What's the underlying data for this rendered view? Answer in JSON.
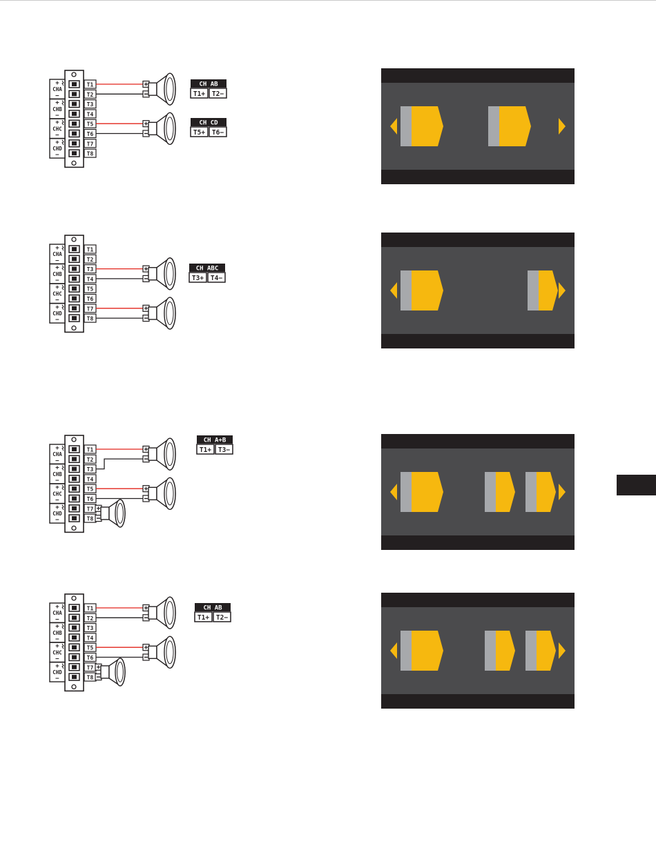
{
  "colors": {
    "accent_yellow": "#f6b80f",
    "speaker_gray": "#a7a9ac",
    "screen_bg": "#4b4b4d",
    "screen_bar": "#231f20",
    "positive_wire": "#e2231a",
    "negative_wire": "#231f20"
  },
  "connector": {
    "channels": [
      "CHA",
      "CHB",
      "CHC",
      "CHD"
    ],
    "terminals": [
      "T1",
      "T2",
      "T3",
      "T4",
      "T5",
      "T6",
      "T7",
      "T8"
    ],
    "plus_sign": "+",
    "minus_sign": "−"
  },
  "diagrams": [
    {
      "labels": [
        {
          "title": "CH AB",
          "pos": "T1",
          "neg": "T2"
        },
        {
          "title": "CH CD",
          "pos": "T5",
          "neg": "T6"
        }
      ]
    },
    {
      "labels": [
        {
          "title": "CH ABC",
          "pos": "T3",
          "neg": "T4"
        }
      ]
    },
    {
      "labels": [
        {
          "title": "CH A+B",
          "pos": "T1",
          "neg": "T3"
        }
      ]
    },
    {
      "labels": [
        {
          "title": "CH AB",
          "pos": "T1",
          "neg": "T2"
        }
      ]
    }
  ],
  "screens": [
    {
      "speakers": [
        "wide",
        "wide"
      ]
    },
    {
      "speakers": [
        "wide",
        "narrow"
      ]
    },
    {
      "speakers": [
        "wide",
        "narrow",
        "narrow"
      ]
    },
    {
      "speakers": [
        "wide",
        "narrow",
        "narrow"
      ]
    }
  ]
}
